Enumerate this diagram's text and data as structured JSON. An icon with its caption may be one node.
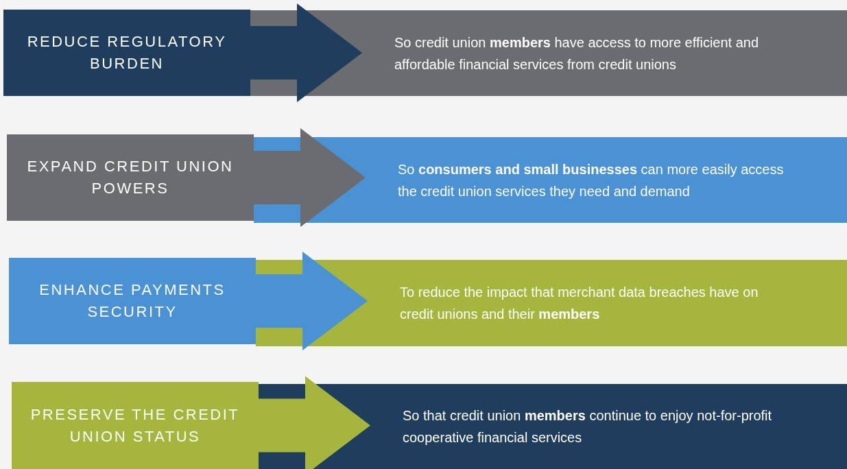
{
  "diagram": {
    "nodes": [
      {
        "text": [
          "REDUCE REGULATORY BURDEN"
        ]
      },
      {
        "text": [
          "So credit union **members** have access to more efficient and affordable financial services from credit unions"
        ]
      },
      {
        "text": [
          "EXPAND CREDIT UNION POWERS"
        ]
      },
      {
        "text": [
          "So **consumers and small businesses** can more easily access the credit union services they need and demand"
        ]
      },
      {
        "text": [
          "ENHANCE PAYMENTS SECURITY"
        ]
      },
      {
        "text": [
          "To reduce the impact that merchant data breaches have on credit unions and their **members**"
        ]
      },
      {
        "text": [
          "PRESERVE THE CREDIT UNION STATUS"
        ]
      },
      {
        "text": [
          "So that credit union **members** continue to enjoy not-for-profit cooperative financial services"
        ]
      }
    ],
    "edges": [
      {
        "from": 0,
        "to": 1,
        "arrow": "to",
        "color": "#1f3e5e"
      },
      {
        "from": 2,
        "to": 3,
        "arrow": "to",
        "color": "#6b6c6f"
      },
      {
        "from": 4,
        "to": 5,
        "arrow": "to",
        "color": "#4b92d4"
      },
      {
        "from": 6,
        "to": 7,
        "arrow": "to",
        "color": "#a6b53c"
      }
    ]
  }
}
